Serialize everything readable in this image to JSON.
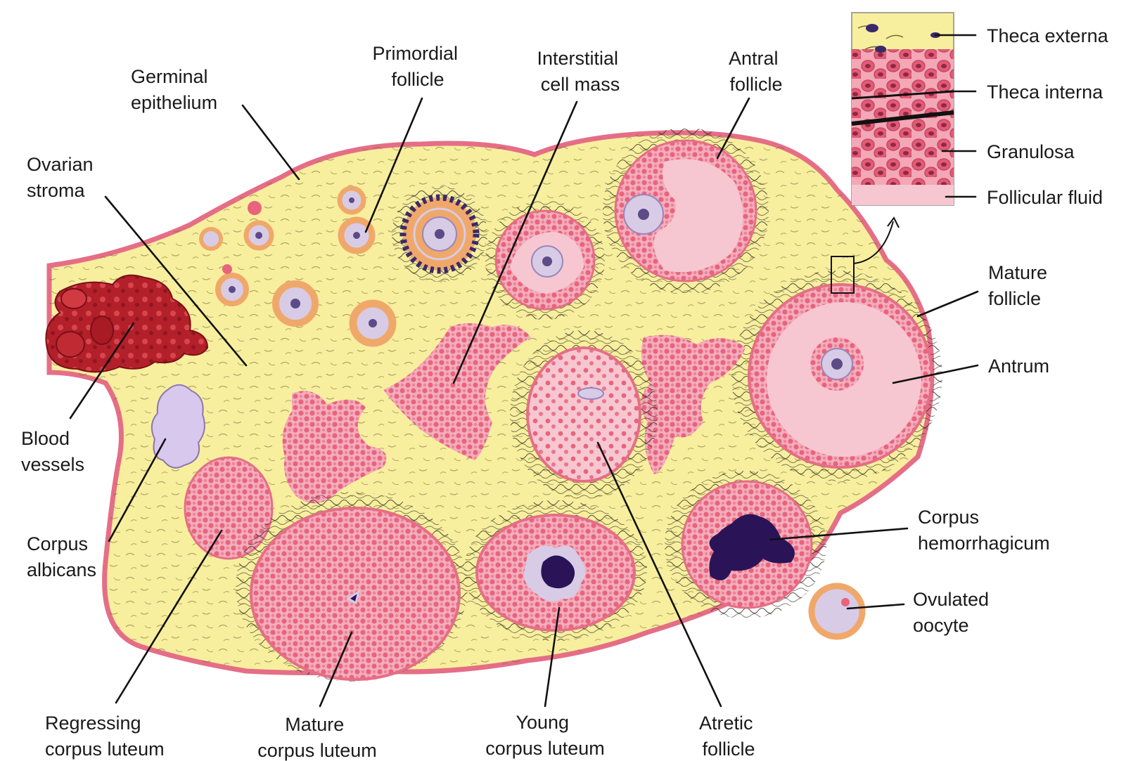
{
  "colors": {
    "stroma": "#f8ef9e",
    "stroma_edge": "#e56e86",
    "cell_pink": "#ec6f86",
    "cell_light": "#f4b9c6",
    "antrum": "#f6c7d1",
    "oocyte": "#d8cbe6",
    "nucleus": "#5e4a86",
    "granulosa_orange": "#f0a86a",
    "blood": "#b3202a",
    "clot": "#2a1457",
    "albicans": "#d9c8ee",
    "theca_fiber": "#2a2a20",
    "text": "#1a1a1a"
  },
  "labels": {
    "germinal_epithelium": [
      "Germinal",
      "epithelium"
    ],
    "primordial_follicle": [
      "Primordial",
      "follicle"
    ],
    "interstitial_cell_mass": [
      "Interstitial",
      "cell mass"
    ],
    "antral_follicle": [
      "Antral",
      "follicle"
    ],
    "ovarian_stroma": [
      "Ovarian",
      "stroma"
    ],
    "blood_vessels": [
      "Blood",
      "vessels"
    ],
    "corpus_albicans": [
      "Corpus",
      "albicans"
    ],
    "regressing_corpus_luteum": [
      "Regressing",
      "corpus luteum"
    ],
    "mature_corpus_luteum": [
      "Mature",
      "corpus luteum"
    ],
    "young_corpus_luteum": [
      "Young",
      "corpus luteum"
    ],
    "atretic_follicle": [
      "Atretic",
      "follicle"
    ],
    "mature_follicle": [
      "Mature",
      "follicle"
    ],
    "antrum": [
      "Antrum"
    ],
    "corpus_hemorrhagicum": [
      "Corpus",
      "hemorrhagicum"
    ],
    "ovulated_oocyte": [
      "Ovulated",
      "oocyte"
    ]
  },
  "inset_labels": {
    "theca_externa": "Theca externa",
    "theca_interna": "Theca interna",
    "granulosa": "Granulosa",
    "follicular_fluid": "Follicular fluid"
  }
}
